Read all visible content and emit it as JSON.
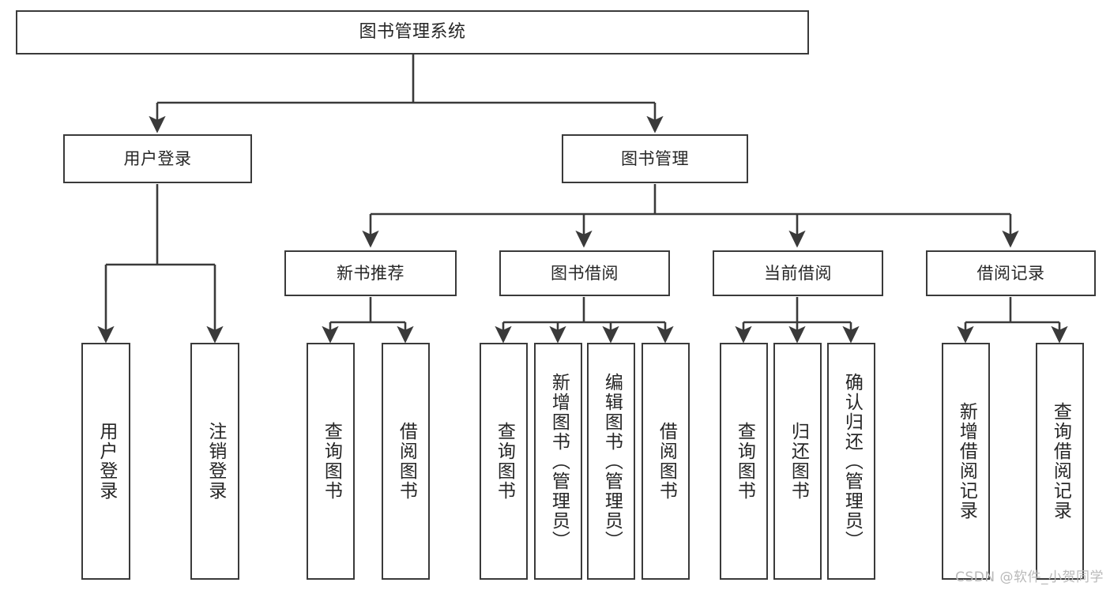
{
  "diagram": {
    "title": "图书管理系统",
    "type": "tree",
    "watermark": "CSDN @软件_小贺同学",
    "colors": {
      "box_border": "#3a3a3a",
      "box_fill": "#ffffff",
      "connector": "#3a3a3a",
      "text": "#262626",
      "watermark": "#b9b9b9",
      "background": "#ffffff"
    },
    "nodes": {
      "root": {
        "label": "图书管理系统"
      },
      "level2": [
        {
          "id": "user-login",
          "label": "用户登录"
        },
        {
          "id": "book-manage",
          "label": "图书管理"
        }
      ],
      "level3": [
        {
          "id": "new-book-recommend",
          "label": "新书推荐"
        },
        {
          "id": "book-borrow",
          "label": "图书借阅"
        },
        {
          "id": "current-borrow",
          "label": "当前借阅"
        },
        {
          "id": "borrow-record",
          "label": "借阅记录"
        }
      ],
      "leaves": [
        {
          "id": "leaf-user-login",
          "label": "用户登录",
          "parent": "user-login"
        },
        {
          "id": "leaf-user-logout",
          "label": "注销登录",
          "parent": "user-login"
        },
        {
          "id": "leaf-query-book-1",
          "label": "查询图书",
          "parent": "new-book-recommend"
        },
        {
          "id": "leaf-borrow-book-1",
          "label": "借阅图书",
          "parent": "new-book-recommend"
        },
        {
          "id": "leaf-query-book-2",
          "label": "查询图书",
          "parent": "book-borrow"
        },
        {
          "id": "leaf-add-book",
          "label": "新增图书（管理员）",
          "parent": "book-borrow"
        },
        {
          "id": "leaf-edit-book",
          "label": "编辑图书（管理员）",
          "parent": "book-borrow"
        },
        {
          "id": "leaf-borrow-book-2",
          "label": "借阅图书",
          "parent": "book-borrow"
        },
        {
          "id": "leaf-query-book-3",
          "label": "查询图书",
          "parent": "current-borrow"
        },
        {
          "id": "leaf-return-book",
          "label": "归还图书",
          "parent": "current-borrow"
        },
        {
          "id": "leaf-confirm-return",
          "label": "确认归还（管理员）",
          "parent": "current-borrow"
        },
        {
          "id": "leaf-add-record",
          "label": "新增借阅记录",
          "parent": "borrow-record"
        },
        {
          "id": "leaf-query-record",
          "label": "查询借阅记录",
          "parent": "borrow-record"
        }
      ]
    }
  }
}
